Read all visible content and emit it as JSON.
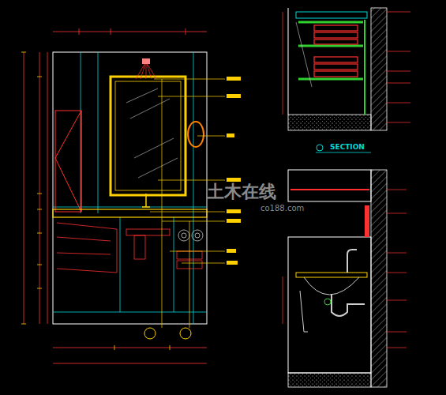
{
  "diagram": {
    "labels": [
      "SECTION",
      "土木在线",
      "co188.com"
    ]
  }
}
